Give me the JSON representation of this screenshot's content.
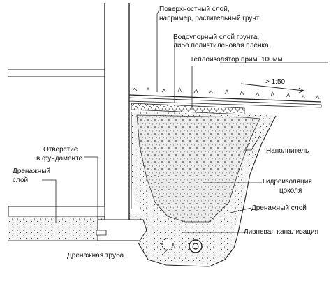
{
  "labels": {
    "surface_layer_l1": "Поверхностный слой,",
    "surface_layer_l2": "например, растительный грунт",
    "waterproof_l1": "Водоупорный слой грунта,",
    "waterproof_l2": "либо полиэтиленовая пленка",
    "insulator": "Теплоизолятор прим. 100мм",
    "slope": "> 1:50",
    "opening_l1": "Отверстие",
    "opening_l2": "в фундаменте",
    "drain_layer_left_l1": "Дренажный",
    "drain_layer_left_l2": "слой",
    "filler": "Наполнитель",
    "plinth_waterproof_l1": "Гидроизоляция",
    "plinth_waterproof_l2": "цоколя",
    "drain_layer_right": "Дренажный слой",
    "storm_sewer": "Ливневая канализация",
    "drain_pipe": "Дренажная труба"
  }
}
